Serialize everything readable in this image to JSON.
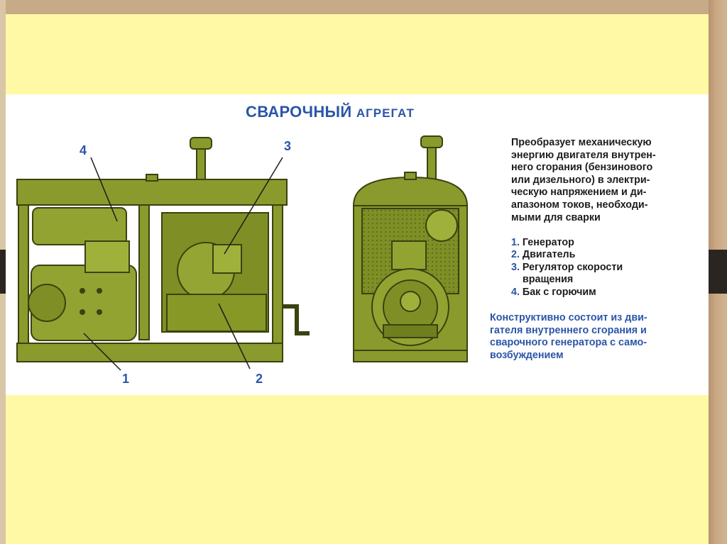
{
  "title": {
    "main": "СВАРОЧНЫЙ",
    "sub": "АГРЕГАТ"
  },
  "description": [
    "Преобразует механическую",
    "энергию двигателя внутрен-",
    "него сгорания (бензинового",
    "или дизельного)  в электри-",
    "ческую напряжением и ди-",
    "апазоном токов,  необходи-",
    "мыми для сварки"
  ],
  "parts": [
    {
      "num": "1.",
      "label": "Генератор"
    },
    {
      "num": "2.",
      "label": "Двигатель"
    },
    {
      "num": "3.",
      "label": "Регулятор скорости",
      "cont": "вращения"
    },
    {
      "num": "4.",
      "label": "Бак с горючим"
    }
  ],
  "construct": [
    "Конструктивно состоит из дви-",
    "гателя внутреннего сгорания и",
    "сварочного генератора с само-",
    "возбуждением"
  ],
  "callouts": {
    "c1": "1",
    "c2": "2",
    "c3": "3",
    "c4": "4"
  },
  "colors": {
    "accent": "#2b55a8",
    "slide_bg": "#fff9a6",
    "machine_green": "#8a9a2c"
  }
}
